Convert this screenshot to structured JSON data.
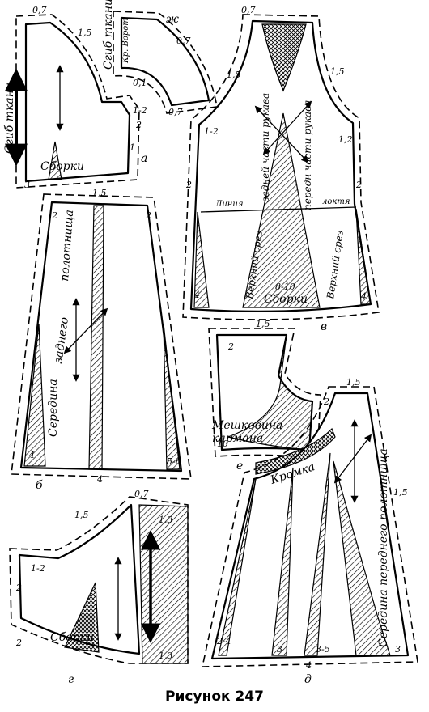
{
  "caption": "Рисунок 247",
  "pieces": {
    "a": {
      "letter": "а",
      "grain": "Сгиб ткани",
      "gathers": "Сборки",
      "seams": [
        "0,7",
        "1,5",
        "1-2",
        "2",
        "1",
        "3"
      ]
    },
    "zh": {
      "letter": "ж",
      "grain": "Сгиб ткани",
      "edge": "Кр. Ворот",
      "seams": [
        "0,7",
        "0,1",
        "0,7"
      ]
    },
    "v": {
      "letter": "в",
      "note_back": "задней части рукава",
      "note_front": "передн части рукава",
      "upper_cut": "Верхний срез",
      "elbow_left": "Линия",
      "elbow_right": "локтя",
      "gathers": "Сборки",
      "allowance": "8-10",
      "seams": [
        "0,7",
        "1,5",
        "1,5",
        "1-2",
        "1,2",
        "2",
        "2",
        "4",
        "4"
      ]
    },
    "b": {
      "letter": "б",
      "label1": "Середина",
      "label2": "заднего",
      "label3": "полотнища",
      "seams": [
        "1,5",
        "2",
        "2",
        "4",
        "4",
        "5-6"
      ]
    },
    "e": {
      "letter": "е",
      "label1": "Мешковина",
      "label2": "кармана",
      "seams": [
        "1,5",
        "2",
        "10"
      ]
    },
    "g": {
      "letter": "г",
      "gathers": "Сборки",
      "seams": [
        "0,7",
        "1,5",
        "1-2",
        "2",
        "2",
        "1,3",
        "1,3"
      ]
    },
    "d": {
      "letter": "д",
      "edge": "Кромка",
      "label": "Середина переднего полотнища",
      "seams": [
        "1,5",
        "2",
        "1,5",
        "2-4",
        "3",
        "3-5",
        "3",
        "4"
      ]
    }
  }
}
